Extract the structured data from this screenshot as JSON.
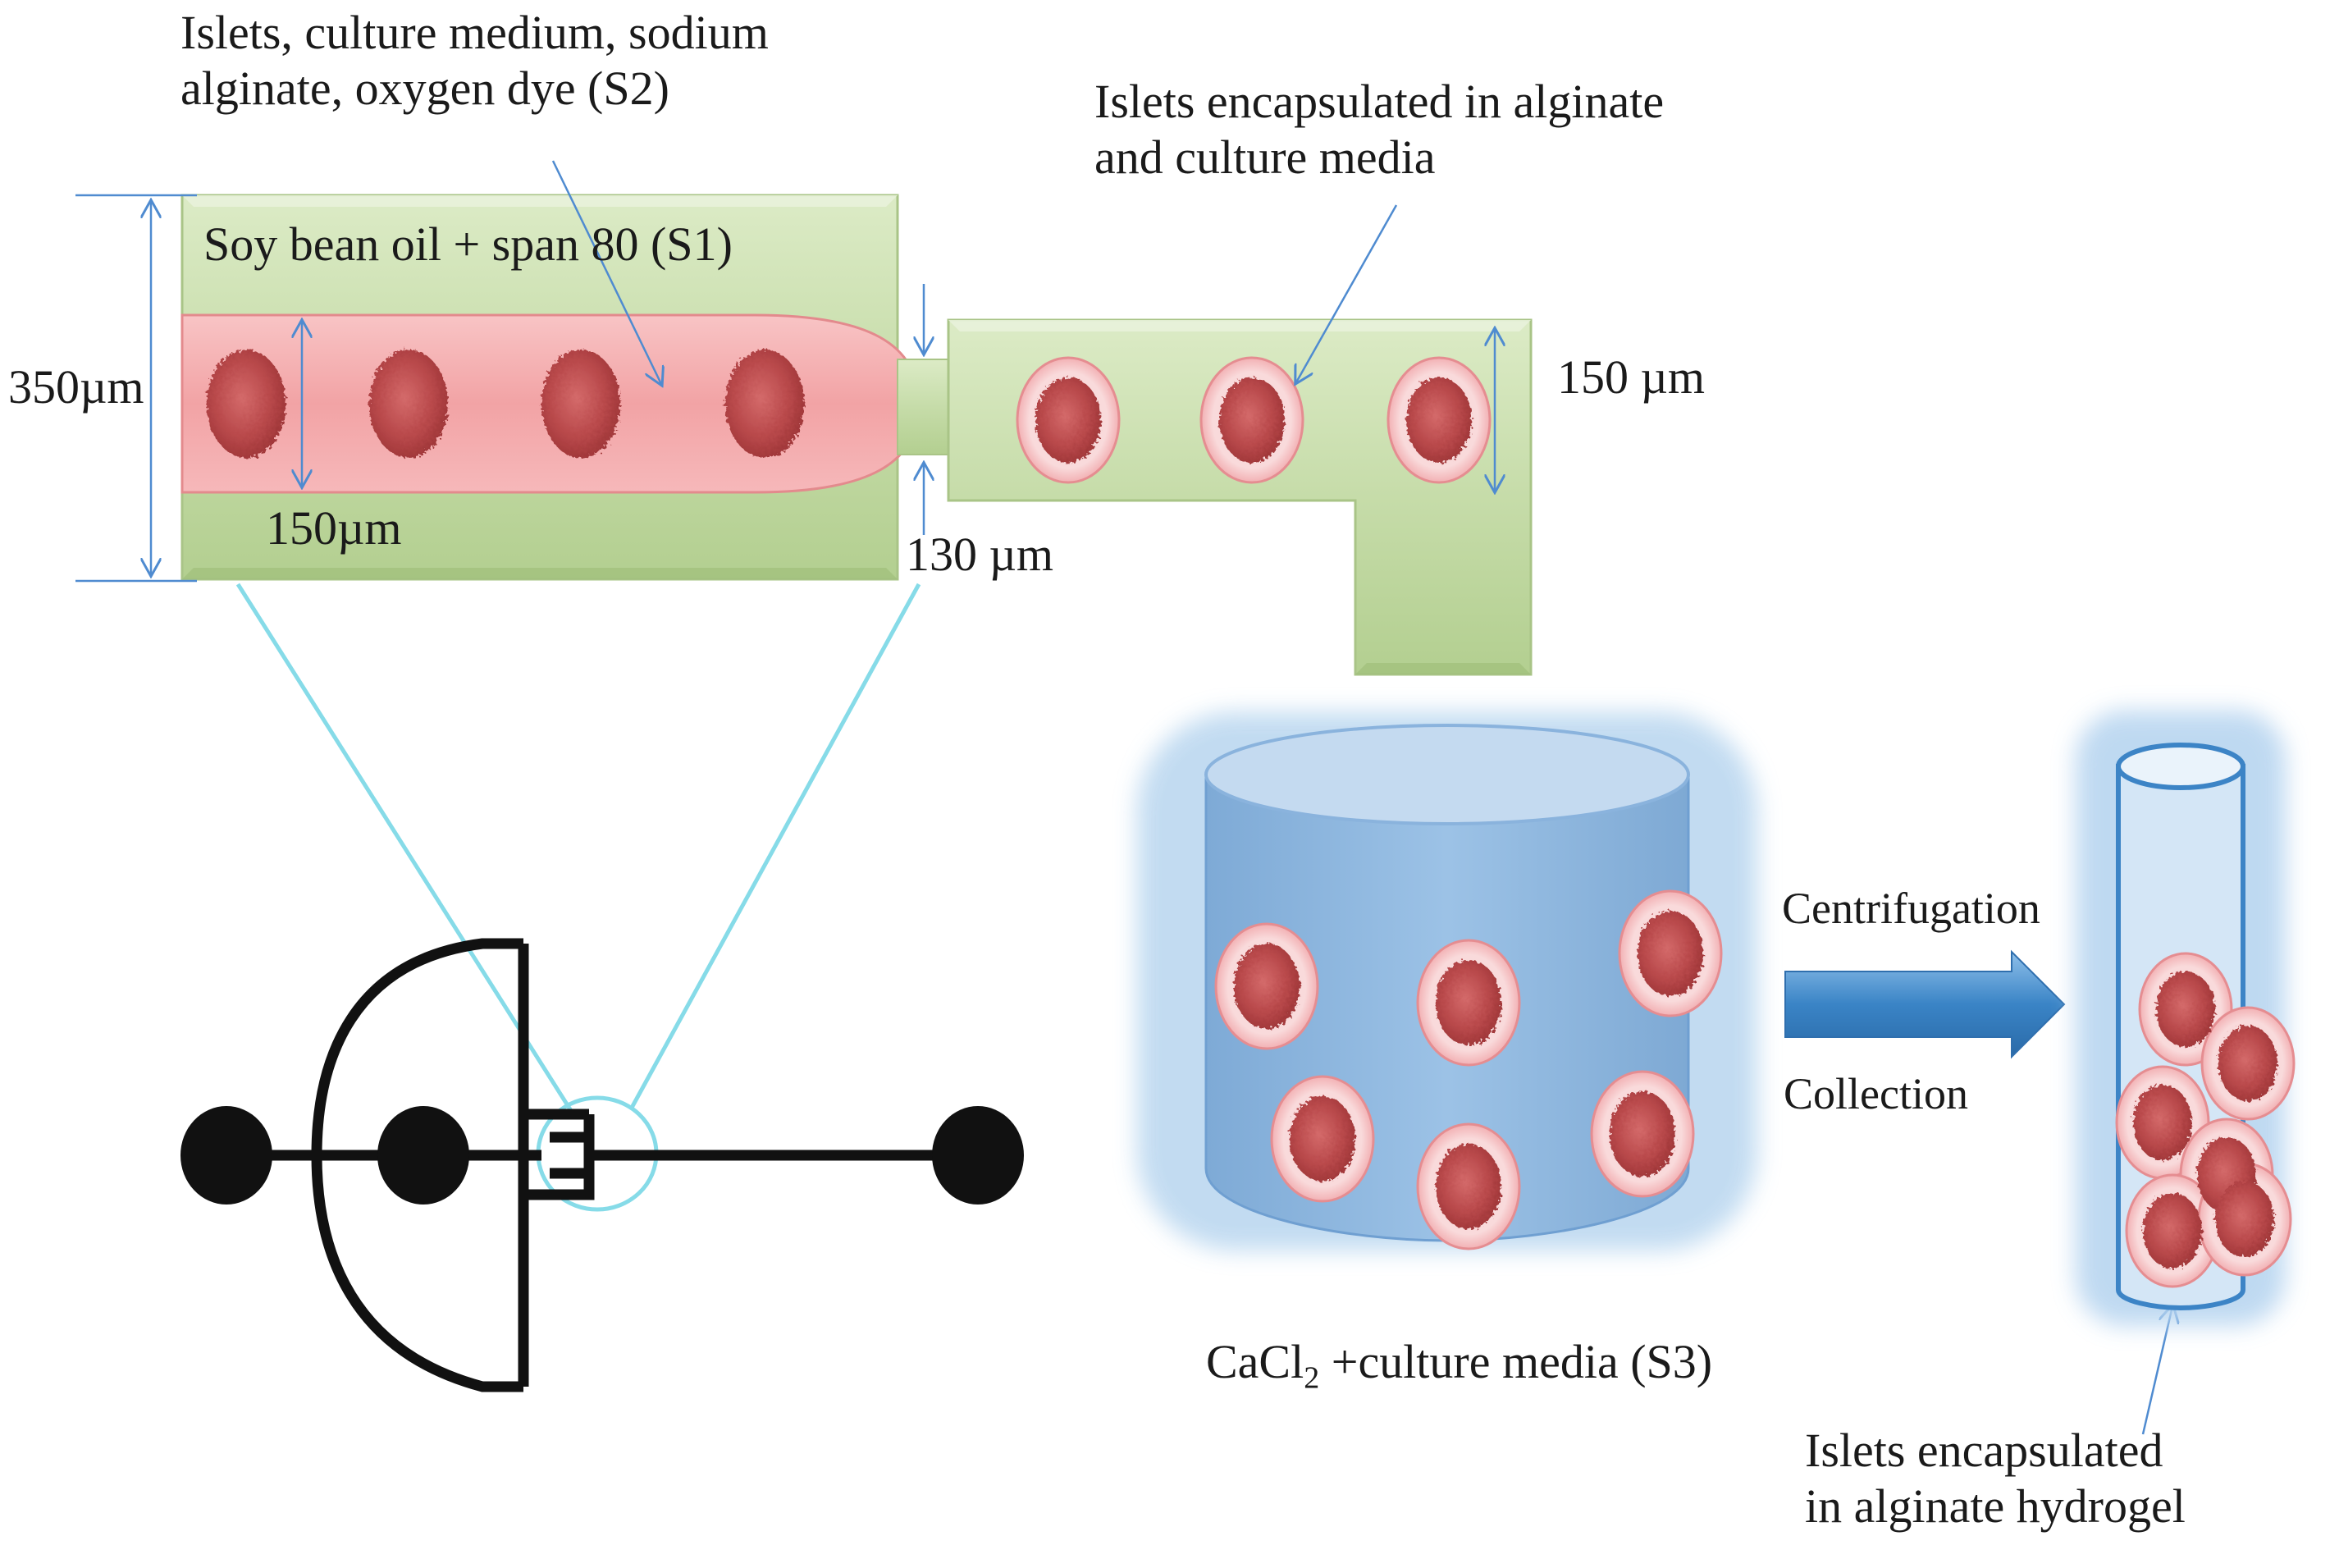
{
  "labels": {
    "s2_line1": "Islets, culture medium, sodium",
    "s2_line2": "alginate, oxygen dye (S2)",
    "encaps_line1": "Islets encapsulated in alginate",
    "encaps_line2": "and culture media",
    "s1": "Soy bean oil + span 80 (S1)",
    "dim_350": "350µm",
    "dim_150_inner": "150µm",
    "dim_130": "130 µm",
    "dim_150_outlet": "150 µm",
    "centrifugation": "Centrifugation",
    "collection": "Collection",
    "s3_pre": "CaCl",
    "s3_sub": "2",
    "s3_post": " +culture media (S3)",
    "hydrogel_line1": "Islets encapsulated",
    "hydrogel_line2": "in alginate hydrogel"
  },
  "colors": {
    "channel_green": "#c8deae",
    "s2_pink": "#f3a0a2",
    "islet_red": "#c0504d",
    "capsule_pink": "#f7d3d4",
    "reservoir_blue": "#8db6dc",
    "arrow_blue": "#3b86c8",
    "zoom_cyan": "#86dbe8",
    "dimension_blue": "#4f8bd0",
    "device_black": "#111111"
  }
}
